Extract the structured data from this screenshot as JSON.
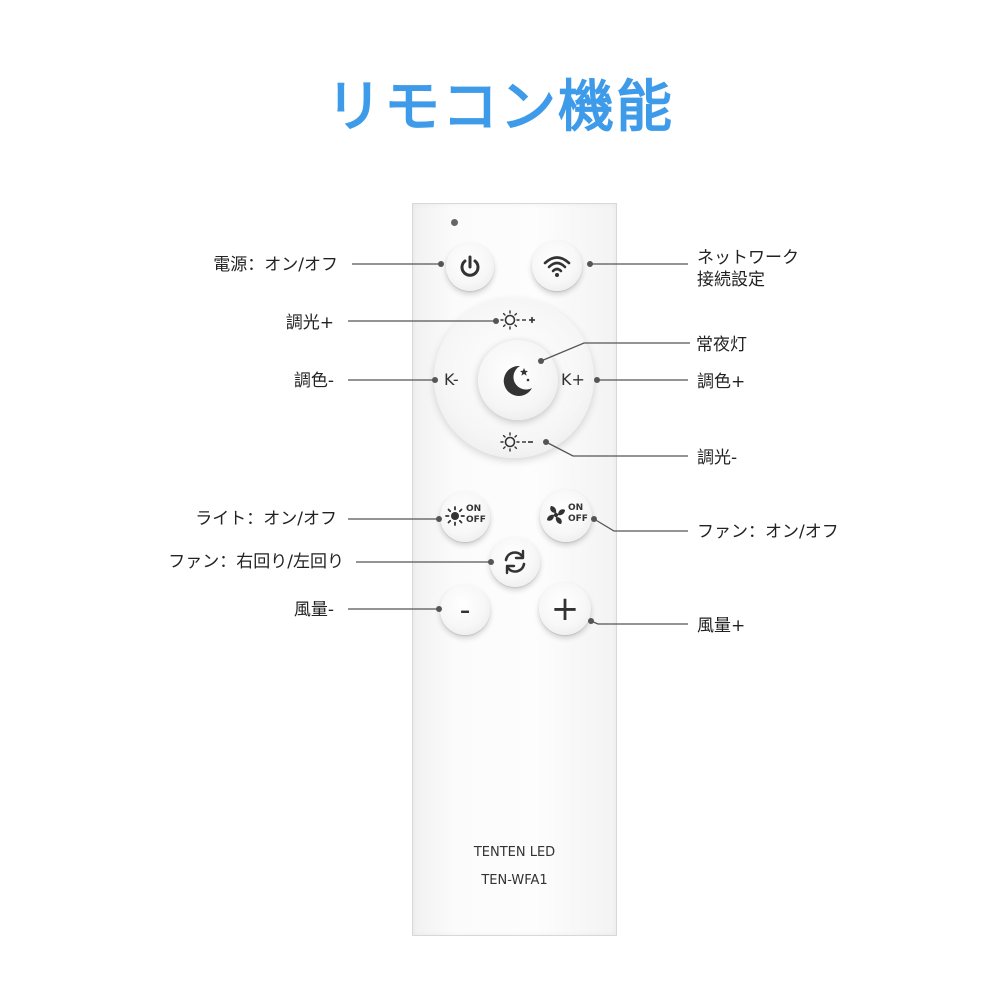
{
  "title": "リモコン機能",
  "labels": {
    "power": "電源：オン/オフ",
    "network_line1": "ネットワーク",
    "network_line2": "接続設定",
    "dim_up": "調光+",
    "night_light": "常夜灯",
    "color_down": "調色-",
    "color_up": "調色+",
    "dim_down": "調光-",
    "light_onoff": "ライト：オン/オフ",
    "fan_onoff": "ファン：オン/オフ",
    "fan_direction": "ファン：右回り/左回り",
    "fan_speed_down": "風量-",
    "fan_speed_up": "風量+"
  },
  "remote": {
    "k_minus": "K-",
    "k_plus": "K+",
    "on": "ON",
    "off": "OFF",
    "minus": "-",
    "plus": "+",
    "brand": "TENTEN  LED",
    "model": "TEN-WFA1"
  },
  "colors": {
    "title": "#3d9be9",
    "leader": "#555555"
  },
  "icons": [
    "power-icon",
    "wifi-icon",
    "sun-plus-icon",
    "moon-icon",
    "sun-minus-icon",
    "light-icon",
    "fan-icon",
    "rotate-icon"
  ]
}
